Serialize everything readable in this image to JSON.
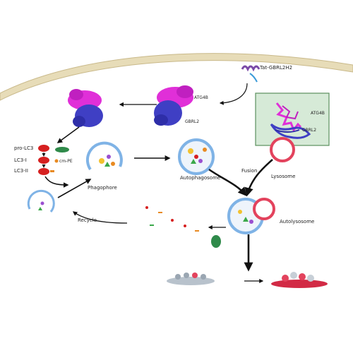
{
  "labels": {
    "tat": "Tat-GBRL2H2",
    "atg4b_center": "ATG4B",
    "gbrl2_center": "GBRL2",
    "atg4b_inset": "ATG4B",
    "gbrl2_inset": "GBRL2",
    "pro_lc3": "pro-LC3",
    "lc3_1": "LC3-I",
    "lc3_2": "LC3-II",
    "cm_pe": "cm-PE",
    "phagophore": "Phagophore",
    "autophagosome": "Autophagosome",
    "fusion": "Fusion",
    "lysosome": "Lysosome",
    "autolysosome": "Autolysosome",
    "recycle": "Recycle"
  },
  "colors": {
    "membrane": "#e7dcb8",
    "membrane_stroke": "#c9b98a",
    "atg4b": "#e02fd8",
    "gbrl2": "#3f3fc4",
    "inset_bg": "#d6ead7",
    "inset_border": "#5b8f5e",
    "lysosome": "#e3435d",
    "lc3": "#d62020",
    "vesicle": "#7fb3e6"
  }
}
